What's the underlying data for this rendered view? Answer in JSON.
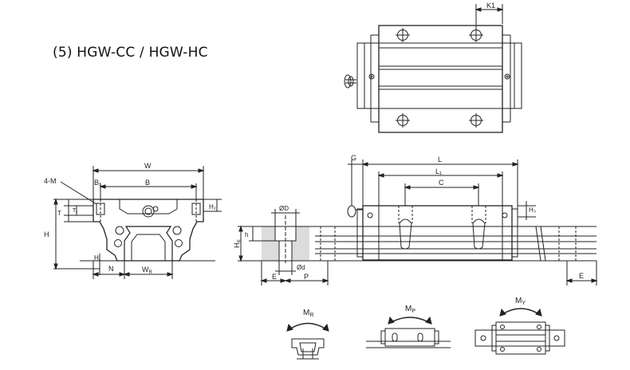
{
  "title": "(5) HGW-CC / HGW-HC",
  "top_view": {
    "k1": "K1"
  },
  "front_view": {
    "w": "W",
    "b": "B",
    "b1": "B₁",
    "mounting": "4-M",
    "t": "T",
    "t1": "T₁",
    "h1": "H₁",
    "h2": "H₂",
    "h": "H",
    "n": "N",
    "wr": "W",
    "wr_sub": "R"
  },
  "side_view": {
    "g": "G",
    "l": "L",
    "l1": "L₁",
    "c": "C",
    "h3": "H₃",
    "od": "ØD",
    "hr": "H",
    "hr_sub": "R",
    "hsmall": "h",
    "od_small": "Ød",
    "e_left": "E",
    "p": "P",
    "e_right": "E"
  },
  "moments": {
    "mr": "M",
    "mr_sub": "R",
    "mp": "M",
    "mp_sub": "P",
    "my": "M",
    "my_sub": "Y"
  }
}
